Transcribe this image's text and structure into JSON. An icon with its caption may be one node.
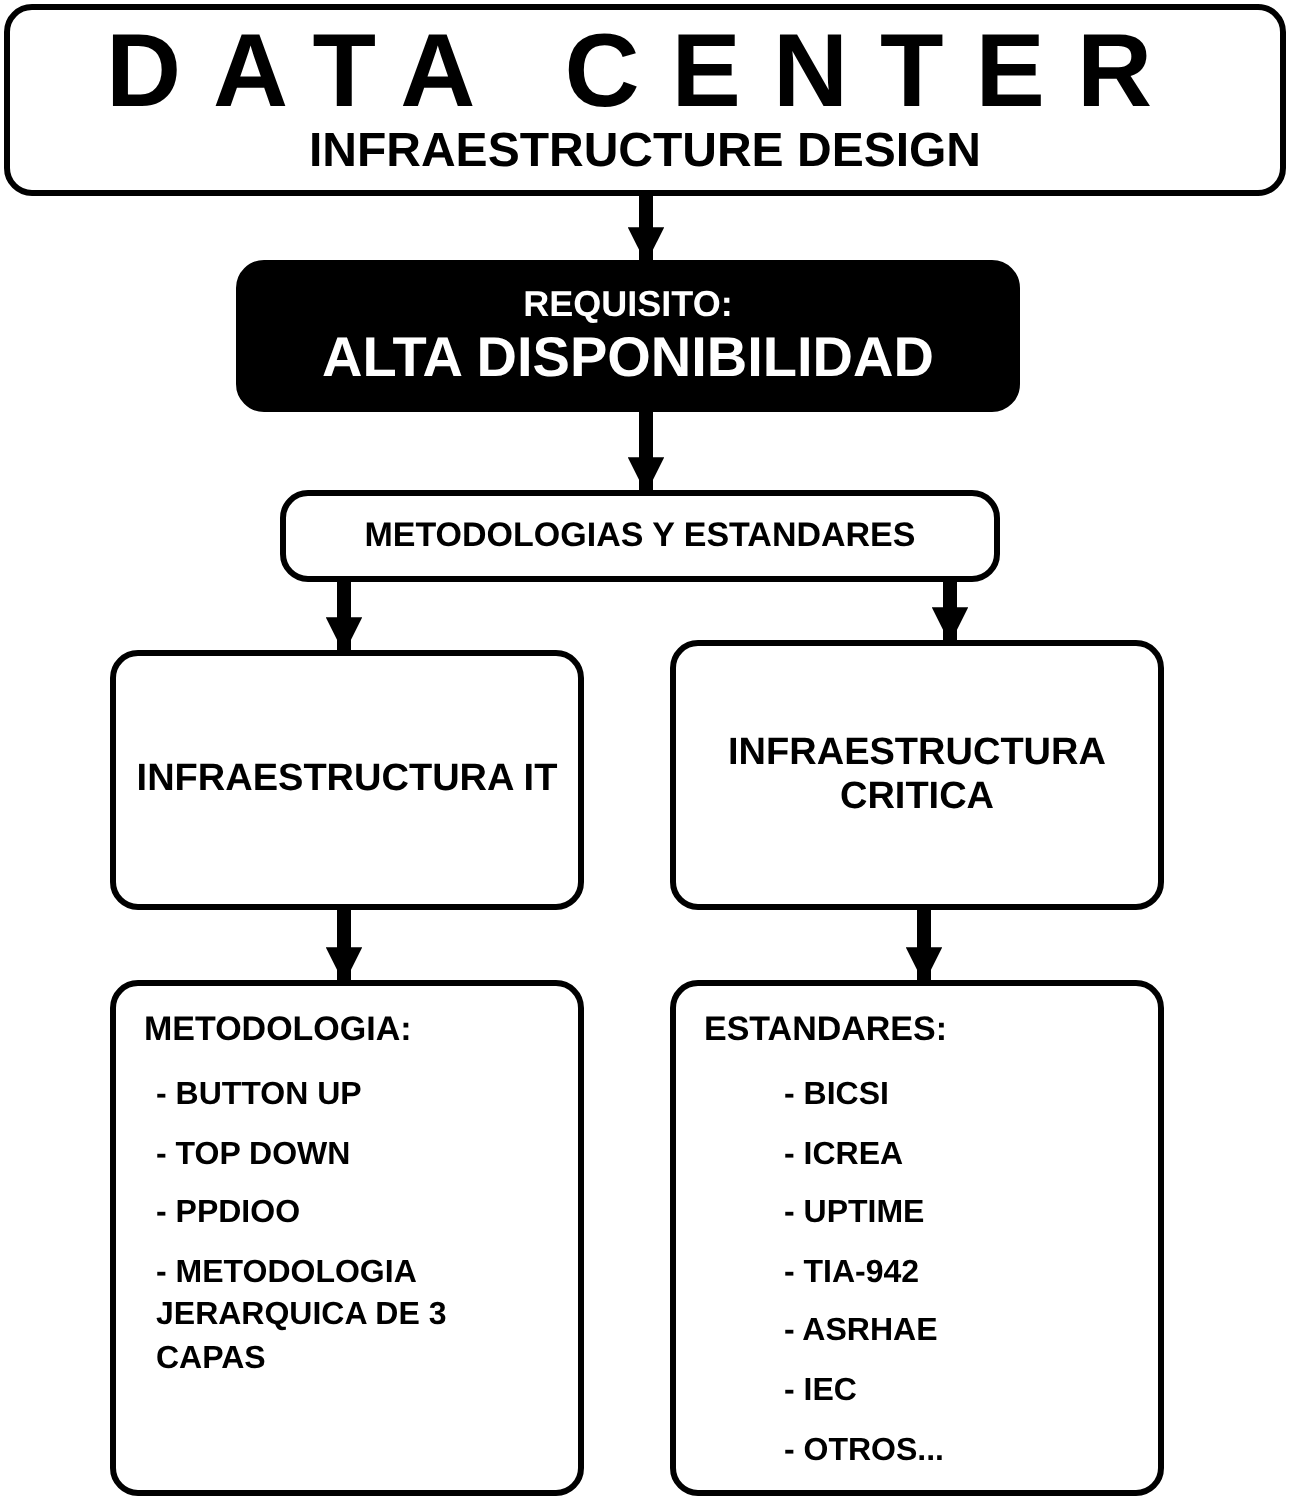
{
  "diagram": {
    "nodes": [
      {
        "text": [
          "DATA CENTER",
          "INFRAESTRUCTURE DESIGN"
        ]
      },
      {
        "text": [
          "REQUISITO:",
          "ALTA DISPONIBILIDAD"
        ]
      },
      {
        "text": [
          "METODOLOGIAS Y ESTANDARES"
        ]
      },
      {
        "text": [
          "INFRAESTRUCTURA IT"
        ]
      },
      {
        "text": [
          "INFRAESTRUCTURA CRITICA"
        ]
      },
      {
        "text": [
          "METODOLOGIA:",
          "- BUTTON UP",
          "- TOP DOWN",
          "- PPDIOO",
          "- METODOLOGIA JERARQUICA DE 3 CAPAS"
        ]
      },
      {
        "text": [
          "ESTANDARES:",
          "- BICSI",
          "- ICREA",
          "- UPTIME",
          "- TIA-942",
          "- ASRHAE",
          "- IEC",
          "- OTROS..."
        ]
      }
    ],
    "edges": [
      {
        "from": 0,
        "to": 1,
        "arrow": "to"
      },
      {
        "from": 1,
        "to": 2,
        "arrow": "to"
      },
      {
        "from": 2,
        "to": 3,
        "arrow": "to"
      },
      {
        "from": 2,
        "to": 4,
        "arrow": "to"
      },
      {
        "from": 3,
        "to": 5,
        "arrow": "to"
      },
      {
        "from": 4,
        "to": 6,
        "arrow": "to"
      }
    ]
  }
}
